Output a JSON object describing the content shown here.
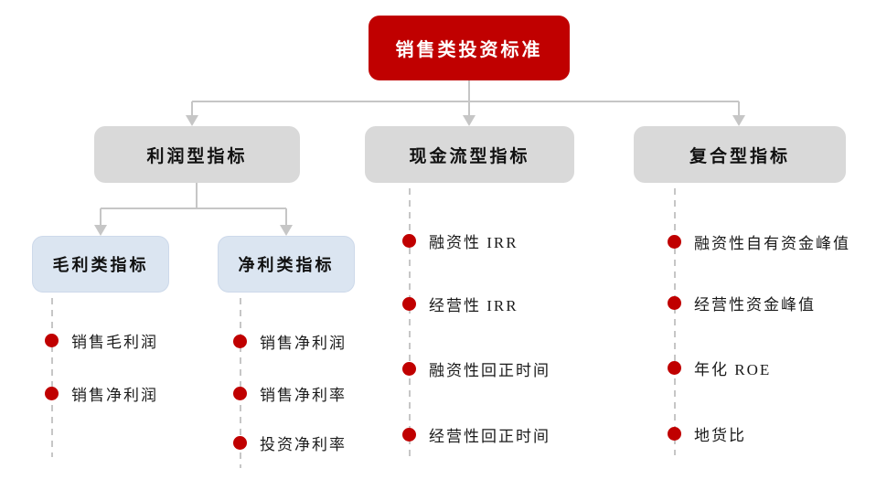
{
  "root": {
    "label": "销售类投资标准"
  },
  "branches": [
    {
      "label": "利润型指标",
      "children": [
        {
          "label": "毛利类指标",
          "items": [
            "销售毛利润",
            "销售净利润"
          ]
        },
        {
          "label": "净利类指标",
          "items": [
            "销售净利润",
            "销售净利率",
            "投资净利率"
          ]
        }
      ]
    },
    {
      "label": "现金流型指标",
      "items": [
        "融资性 IRR",
        "经营性 IRR",
        "融资性回正时间",
        "经营性回正时间"
      ]
    },
    {
      "label": "复合型指标",
      "items": [
        "融资性自有资金峰值",
        "经营性资金峰值",
        "年化 ROE",
        "地货比"
      ]
    }
  ],
  "colors": {
    "root_fill": "#c00000",
    "root_text": "#ffffff",
    "branch_fill": "#d9d9d9",
    "sub_branch_fill": "#dbe5f1",
    "bullet": "#c00000",
    "connector": "#c6c6c6",
    "text": "#1a1a1a",
    "background": "#ffffff"
  }
}
